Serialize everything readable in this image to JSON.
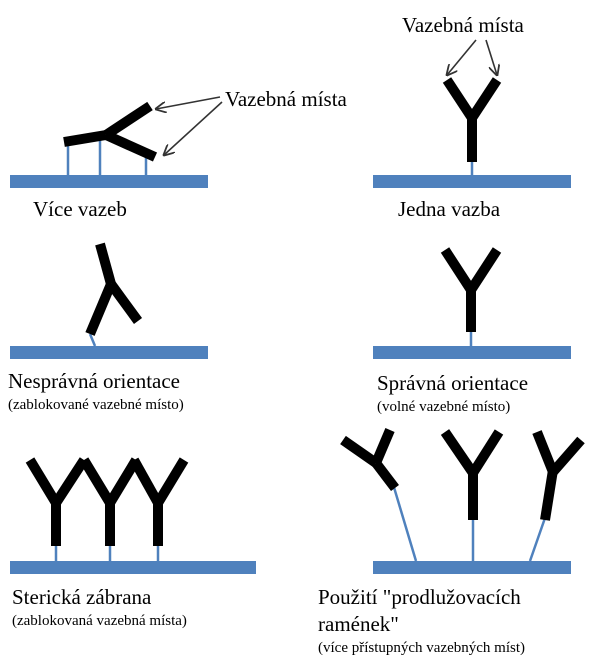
{
  "panels": {
    "multi": {
      "caption": "Více vazeb",
      "sites": "Vazebná místa"
    },
    "single": {
      "caption": "Jedna vazba",
      "sites": "Vazebná místa"
    },
    "wrong": {
      "caption": "Nesprávná orientace",
      "note": "(zablokované vazebné místo)"
    },
    "right": {
      "caption": "Správná orientace",
      "note": "(volné vazebné místo)"
    },
    "steric": {
      "caption": "Sterická zábrana",
      "note": "(zablokovaná vazebná místa)"
    },
    "spacer": {
      "caption_line1": "Použití \"prodlužovacích",
      "caption_line2": "ramének\"",
      "note": "(více přístupných vazebných míst)"
    }
  },
  "colors": {
    "surface": "#4f81bd",
    "antibody": "#000000",
    "linker": "#4f81bd"
  }
}
